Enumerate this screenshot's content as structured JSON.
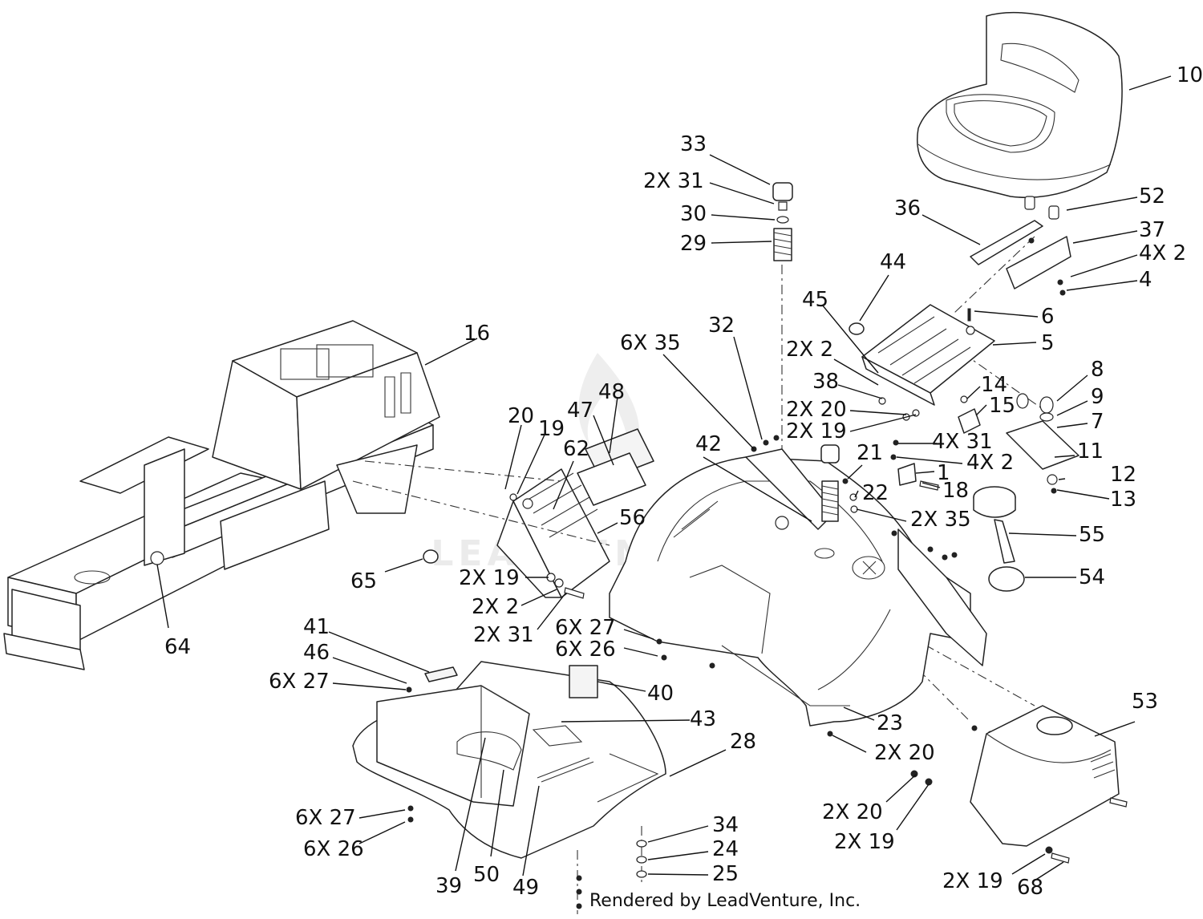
{
  "watermark": "LEADVENTURE",
  "credit": "Rendered by LeadVenture, Inc.",
  "callouts": [
    "10",
    "33",
    "2X 31",
    "30",
    "29",
    "36",
    "52",
    "37",
    "4X 2",
    "4",
    "44",
    "45",
    "6",
    "5",
    "16",
    "6X 35",
    "32",
    "2X 2",
    "38",
    "2X 20",
    "2X 19",
    "8",
    "9",
    "7",
    "14",
    "15",
    "11",
    "4X 31",
    "4X 2",
    "1",
    "18",
    "12",
    "13",
    "21",
    "22",
    "2X 35",
    "55",
    "54",
    "48",
    "47",
    "20",
    "19",
    "62",
    "42",
    "56",
    "65",
    "2X 19",
    "2X 2",
    "2X 31",
    "64",
    "6X 27",
    "6X 26",
    "41",
    "46",
    "6X 27",
    "40",
    "43",
    "23",
    "2X 20",
    "53",
    "28",
    "6X 27",
    "6X 26",
    "34",
    "24",
    "25",
    "2X 20",
    "2X 19",
    "39",
    "50",
    "49",
    "2X 19",
    "68"
  ]
}
